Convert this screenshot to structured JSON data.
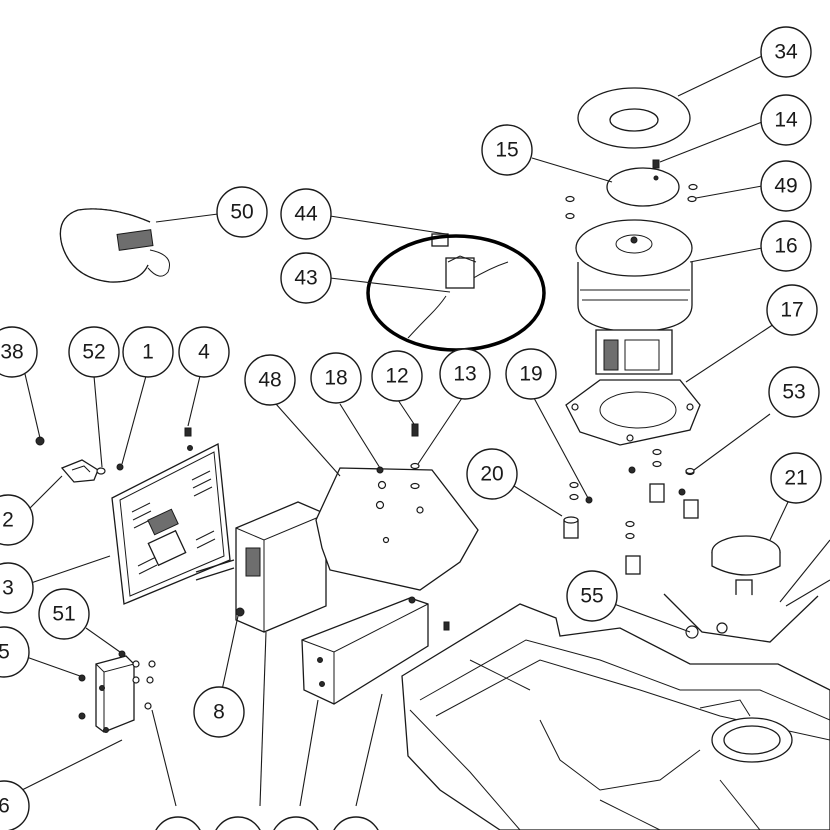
{
  "diagram": {
    "highlight_color": "#000000",
    "callouts": [
      {
        "id": "34",
        "label": "34"
      },
      {
        "id": "14",
        "label": "14"
      },
      {
        "id": "15",
        "label": "15"
      },
      {
        "id": "49",
        "label": "49"
      },
      {
        "id": "16",
        "label": "16"
      },
      {
        "id": "17",
        "label": "17"
      },
      {
        "id": "50",
        "label": "50"
      },
      {
        "id": "44",
        "label": "44"
      },
      {
        "id": "43",
        "label": "43"
      },
      {
        "id": "38",
        "label": "38"
      },
      {
        "id": "52",
        "label": "52"
      },
      {
        "id": "1",
        "label": "1"
      },
      {
        "id": "4",
        "label": "4"
      },
      {
        "id": "48",
        "label": "48"
      },
      {
        "id": "18",
        "label": "18"
      },
      {
        "id": "12",
        "label": "12"
      },
      {
        "id": "13",
        "label": "13"
      },
      {
        "id": "19",
        "label": "19"
      },
      {
        "id": "53",
        "label": "53"
      },
      {
        "id": "20",
        "label": "20"
      },
      {
        "id": "21",
        "label": "21"
      },
      {
        "id": "2",
        "label": "2"
      },
      {
        "id": "3",
        "label": "3"
      },
      {
        "id": "55",
        "label": "55"
      },
      {
        "id": "51",
        "label": "51"
      },
      {
        "id": "5",
        "label": "5"
      },
      {
        "id": "8",
        "label": "8"
      },
      {
        "id": "6",
        "label": "6"
      }
    ]
  }
}
